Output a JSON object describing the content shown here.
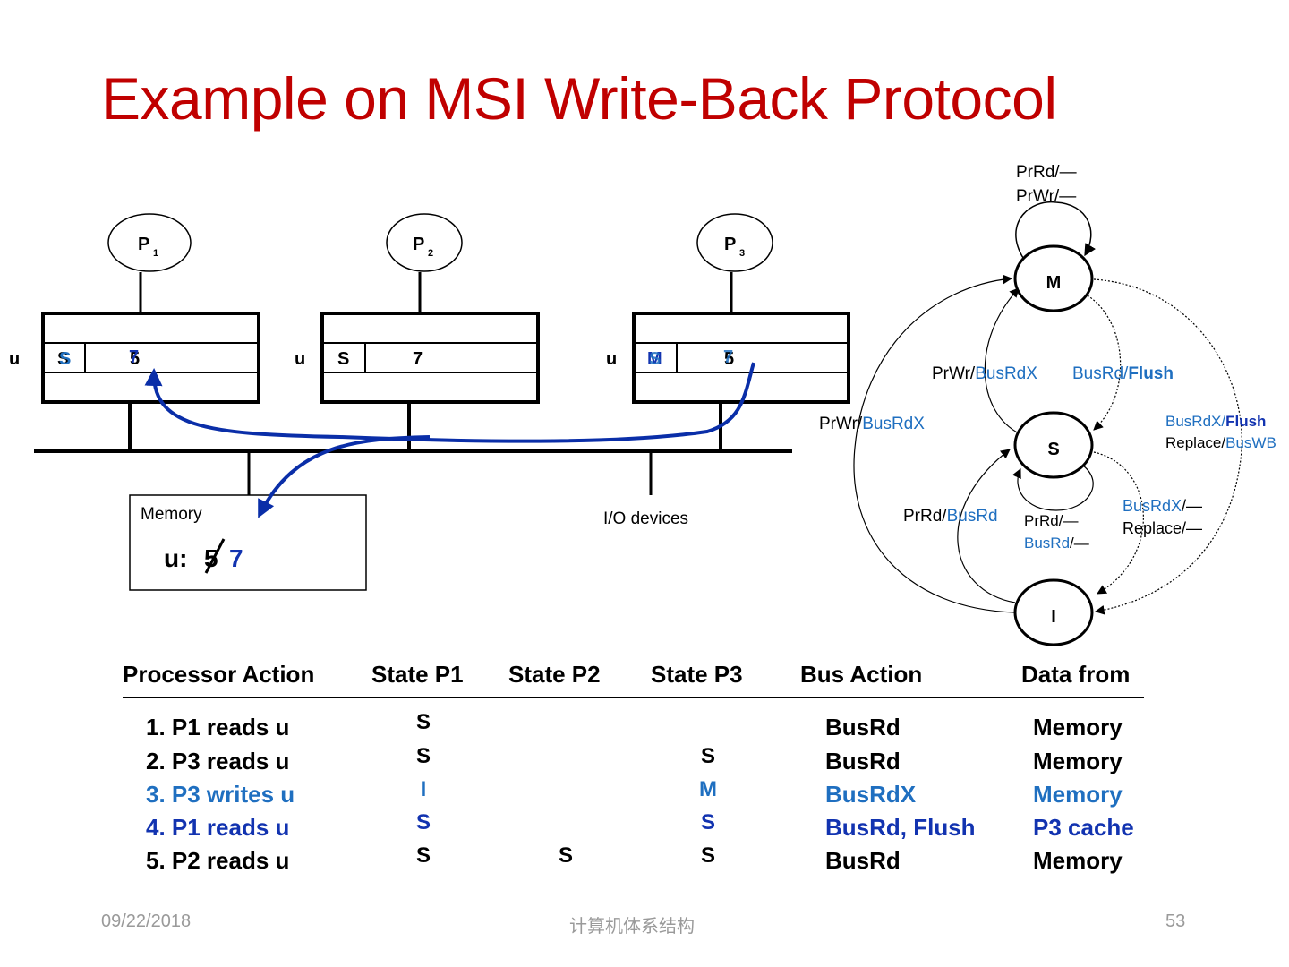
{
  "slide": {
    "title": "Example on MSI Write-Back Protocol",
    "colors": {
      "title": "#C00000",
      "blue_light": "#1F6FC0",
      "blue_dark": "#1233B0",
      "arrow": "#0A2EA8",
      "footer": "#9A9A9A"
    }
  },
  "system": {
    "processors": [
      {
        "name": "P",
        "sub": "1",
        "row_label": "u",
        "state_old": "S",
        "state_new": "S",
        "value_old": "5",
        "value_new": "7"
      },
      {
        "name": "P",
        "sub": "2",
        "row_label": "u",
        "state": "S",
        "value": "7"
      },
      {
        "name": "P",
        "sub": "3",
        "row_label": "u",
        "state_old": "M",
        "state_new": "S",
        "value_old": "5",
        "value_new": "7"
      }
    ],
    "memory": {
      "label": "Memory",
      "var": "u:",
      "old_value": "5",
      "new_value": "7"
    },
    "io": {
      "label": "I/O devices"
    }
  },
  "fsm": {
    "states": [
      "M",
      "S",
      "I"
    ],
    "labels": {
      "m_self_1": "PrRd/—",
      "m_self_2": "PrWr/—",
      "s_to_m_a": "PrWr/",
      "s_to_m_b": "BusRdX",
      "m_to_s_a": "BusRd/",
      "m_to_s_b": "Flush",
      "i_to_m_a": "PrWr/",
      "i_to_m_b": "BusRdX",
      "m_to_i_1a": "BusRdX/",
      "m_to_i_1b": "Flush",
      "m_to_i_2a": "Replace/",
      "m_to_i_2b": "BusWB",
      "i_to_s_a": "PrRd/",
      "i_to_s_b": "BusRd",
      "s_self_1": "PrRd/—",
      "s_self_2a": "BusRd",
      "s_self_2b": "/—",
      "s_to_i_1a": "BusRdX",
      "s_to_i_1b": "/—",
      "s_to_i_2": "Replace/—"
    }
  },
  "table": {
    "headers": [
      "Processor Action",
      "State P1",
      "State P2",
      "State P3",
      "Bus Action",
      "Data from"
    ],
    "rows": [
      {
        "action": "1. P1 reads u",
        "p1": "S",
        "p2": "",
        "p3": "",
        "bus": "BusRd",
        "from": "Memory",
        "color": "black"
      },
      {
        "action": "2. P3 reads u",
        "p1": "S",
        "p2": "",
        "p3": "S",
        "bus": "BusRd",
        "from": "Memory",
        "color": "black"
      },
      {
        "action": "3. P3 writes u",
        "p1": "I",
        "p2": "",
        "p3": "M",
        "bus": "BusRdX",
        "from": "Memory",
        "color": "light"
      },
      {
        "action": "4. P1 reads u",
        "p1": "S",
        "p2": "",
        "p3": "S",
        "bus": "BusRd, Flush",
        "from": "P3 cache",
        "color": "dark"
      },
      {
        "action": "5. P2 reads u",
        "p1": "S",
        "p2": "S",
        "p3": "S",
        "bus": "BusRd",
        "from": "Memory",
        "color": "black"
      }
    ]
  },
  "footer": {
    "date": "09/22/2018",
    "course": "计算机体系结构",
    "page": "53"
  }
}
